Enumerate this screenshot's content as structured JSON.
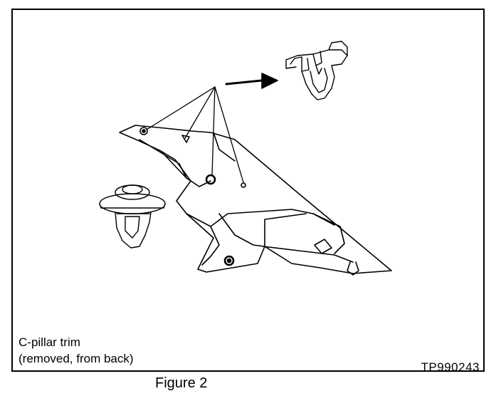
{
  "caption": {
    "line1": "C-pillar trim",
    "line2": "(removed, from back)"
  },
  "figure_code": "TP990243",
  "figure_label": "Figure 2"
}
